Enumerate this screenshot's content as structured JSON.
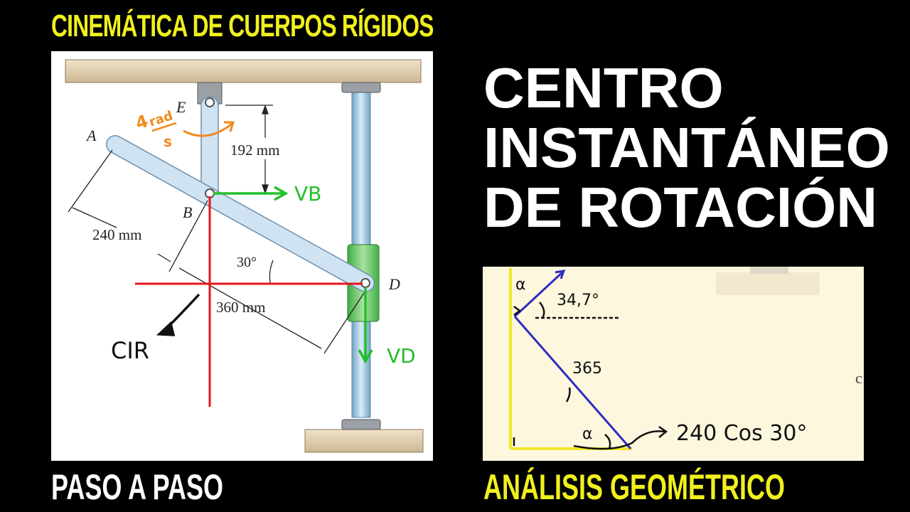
{
  "header": {
    "title": "CINEMÁTICA DE CUERPOS RÍGIDOS"
  },
  "main_title": {
    "line1": "CENTRO",
    "line2": "INSTANTÁNEO",
    "line3": "DE ROTACIÓN"
  },
  "footer": {
    "left": "PASO A PASO",
    "right": "ANÁLISIS GEOMÉTRICO"
  },
  "diagram": {
    "point_a": "A",
    "point_b": "B",
    "point_d": "D",
    "point_e": "E",
    "dim_192": "192 mm",
    "dim_240": "240 mm",
    "dim_360": "360 mm",
    "angle": "30°",
    "omega_value": "4",
    "omega_unit_top": "rad",
    "omega_unit_bottom": "s",
    "vb_label": "VB",
    "vd_label": "VD",
    "cir_label": "CIR"
  },
  "sketch": {
    "angle_label": "34,7°",
    "alpha_top": "α",
    "alpha_bottom": "α",
    "length_label": "365",
    "cos_label": "240 Cos 30°"
  },
  "colors": {
    "title_yellow": "#f0f01e",
    "red_line": "#e3161b",
    "green_arrow": "#22c02a",
    "orange_omega": "#f28a1c",
    "blue_line": "#2c2cc0"
  }
}
